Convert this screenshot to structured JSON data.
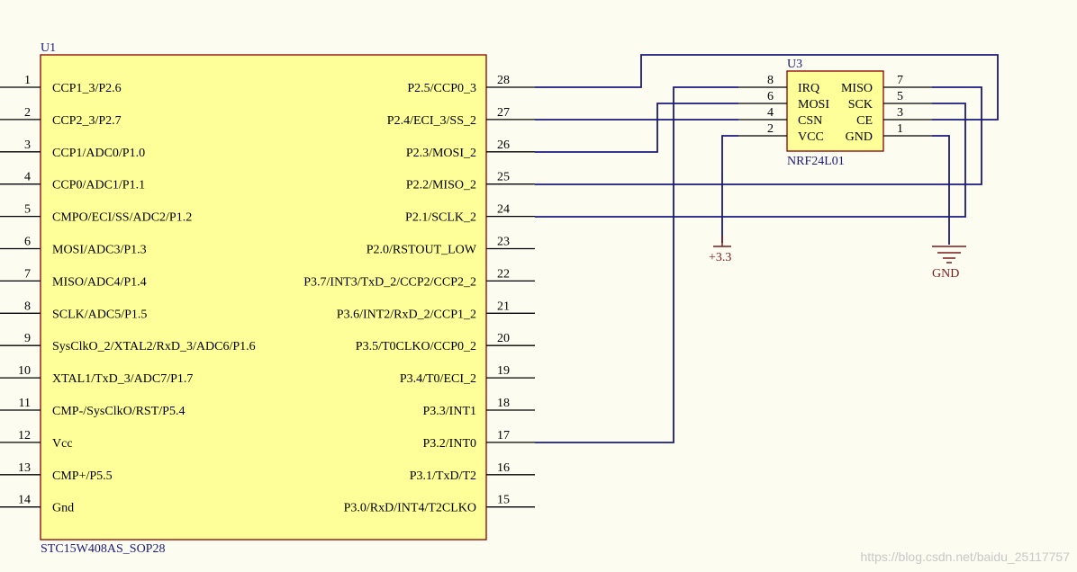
{
  "colors": {
    "background": "#fdfcf0",
    "component_fill": "#ffff99",
    "component_border": "#8b0000",
    "wire": "#1a1a80",
    "designator": "#1a1a80",
    "power": "#7a1a1a"
  },
  "u1": {
    "designator": "U1",
    "part": "STC15W408AS_SOP28",
    "left_pins": [
      {
        "num": "1",
        "name": "CCP1_3/P2.6"
      },
      {
        "num": "2",
        "name": "CCP2_3/P2.7"
      },
      {
        "num": "3",
        "name": "CCP1/ADC0/P1.0"
      },
      {
        "num": "4",
        "name": "CCP0/ADC1/P1.1"
      },
      {
        "num": "5",
        "name": "CMPO/ECI/SS/ADC2/P1.2"
      },
      {
        "num": "6",
        "name": "MOSI/ADC3/P1.3"
      },
      {
        "num": "7",
        "name": "MISO/ADC4/P1.4"
      },
      {
        "num": "8",
        "name": "SCLK/ADC5/P1.5"
      },
      {
        "num": "9",
        "name": "SysClkO_2/XTAL2/RxD_3/ADC6/P1.6"
      },
      {
        "num": "10",
        "name": "XTAL1/TxD_3/ADC7/P1.7"
      },
      {
        "num": "11",
        "name": "CMP-/SysClkO/RST/P5.4"
      },
      {
        "num": "12",
        "name": "Vcc"
      },
      {
        "num": "13",
        "name": "CMP+/P5.5"
      },
      {
        "num": "14",
        "name": "Gnd"
      }
    ],
    "right_pins": [
      {
        "num": "28",
        "name": "P2.5/CCP0_3"
      },
      {
        "num": "27",
        "name": "P2.4/ECI_3/SS_2"
      },
      {
        "num": "26",
        "name": "P2.3/MOSI_2"
      },
      {
        "num": "25",
        "name": "P2.2/MISO_2"
      },
      {
        "num": "24",
        "name": "P2.1/SCLK_2"
      },
      {
        "num": "23",
        "name": "P2.0/RSTOUT_LOW"
      },
      {
        "num": "22",
        "name": "P3.7/INT3/TxD_2/CCP2/CCP2_2"
      },
      {
        "num": "21",
        "name": "P3.6/INT2/RxD_2/CCP1_2"
      },
      {
        "num": "20",
        "name": "P3.5/T0CLKO/CCP0_2"
      },
      {
        "num": "19",
        "name": "P3.4/T0/ECI_2"
      },
      {
        "num": "18",
        "name": "P3.3/INT1"
      },
      {
        "num": "17",
        "name": "P3.2/INT0"
      },
      {
        "num": "16",
        "name": "P3.1/TxD/T2"
      },
      {
        "num": "15",
        "name": "P3.0/RxD/INT4/T2CLKO"
      }
    ]
  },
  "u3": {
    "designator": "U3",
    "part": "NRF24L01",
    "left_pins": [
      {
        "num": "8",
        "name": "IRQ"
      },
      {
        "num": "6",
        "name": "MOSI"
      },
      {
        "num": "4",
        "name": "CSN"
      },
      {
        "num": "2",
        "name": "VCC"
      }
    ],
    "right_pins": [
      {
        "num": "7",
        "name": "MISO"
      },
      {
        "num": "5",
        "name": "SCK"
      },
      {
        "num": "3",
        "name": "CE"
      },
      {
        "num": "1",
        "name": "GND"
      }
    ]
  },
  "power": {
    "vcc_label": "+3.3",
    "gnd_label": "GND"
  },
  "watermark": "https://blog.csdn.net/baidu_25117757"
}
